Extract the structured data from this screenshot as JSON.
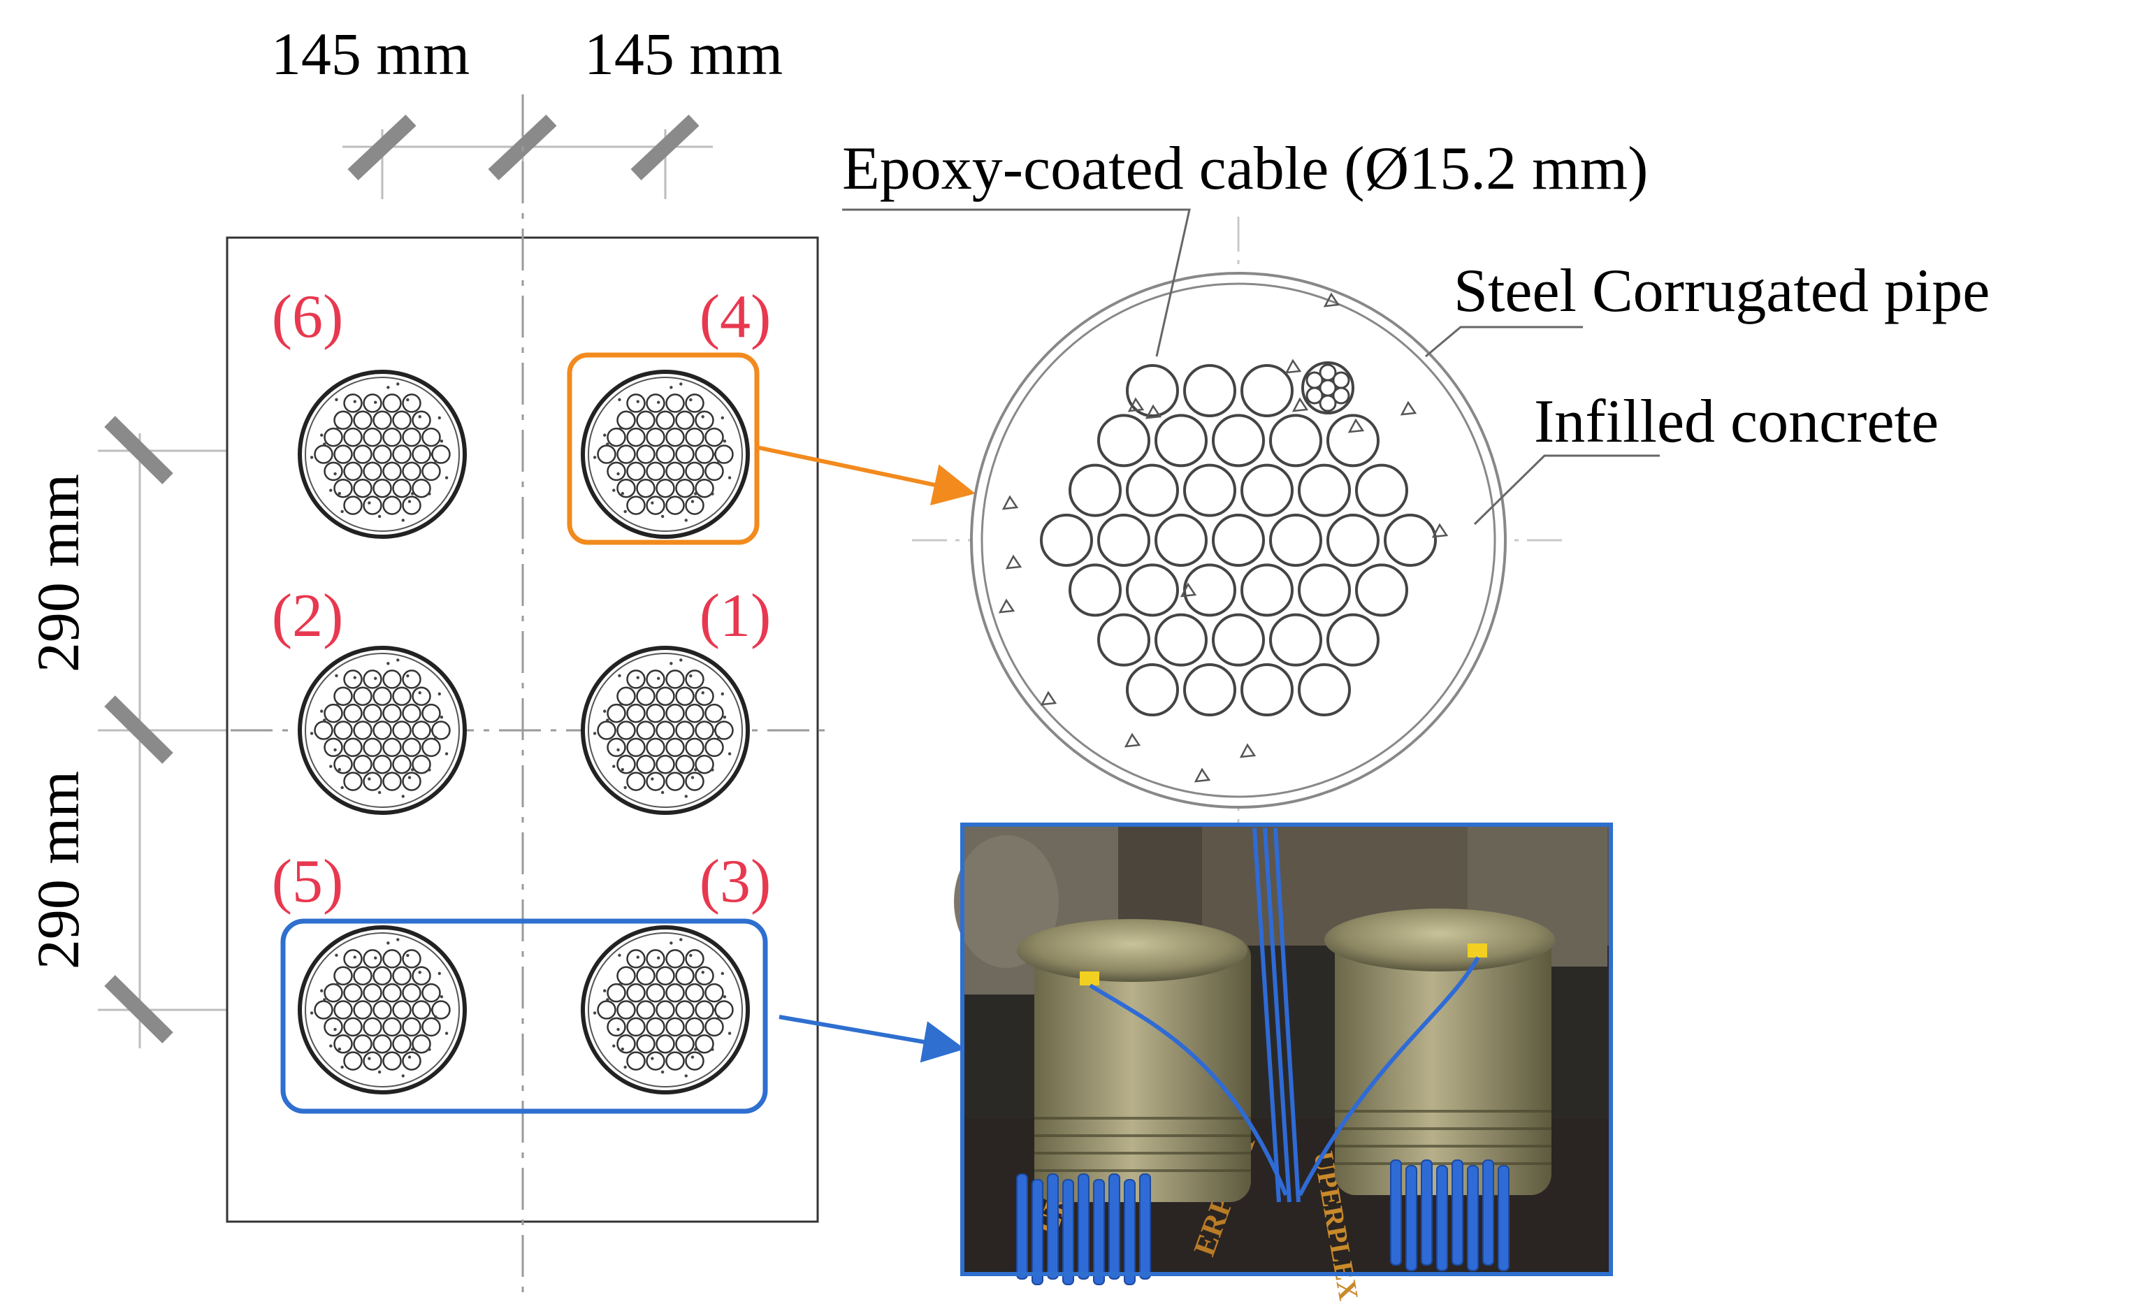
{
  "dimensions": {
    "horizontal": [
      "145 mm",
      "145 mm"
    ],
    "vertical": [
      "290 mm",
      "290 mm"
    ]
  },
  "ducts": [
    {
      "id": "duct-6",
      "label": "(6)"
    },
    {
      "id": "duct-4",
      "label": "(4)"
    },
    {
      "id": "duct-2",
      "label": "(2)"
    },
    {
      "id": "duct-1",
      "label": "(1)"
    },
    {
      "id": "duct-5",
      "label": "(5)"
    },
    {
      "id": "duct-3",
      "label": "(3)"
    }
  ],
  "detail": {
    "cable_label": "Epoxy-coated cable (Ø15.2 mm)",
    "pipe_label": "Steel Corrugated pipe",
    "concrete_label": "Infilled concrete"
  },
  "photo": {
    "brand_text": "ERPLEX",
    "brand_text_2": "UPERPLEX"
  },
  "colors": {
    "label_red": "#e8384f",
    "highlight_orange": "#f28a1e",
    "highlight_blue": "#2e6fcf",
    "dimension_gray": "#8a8a8a"
  }
}
